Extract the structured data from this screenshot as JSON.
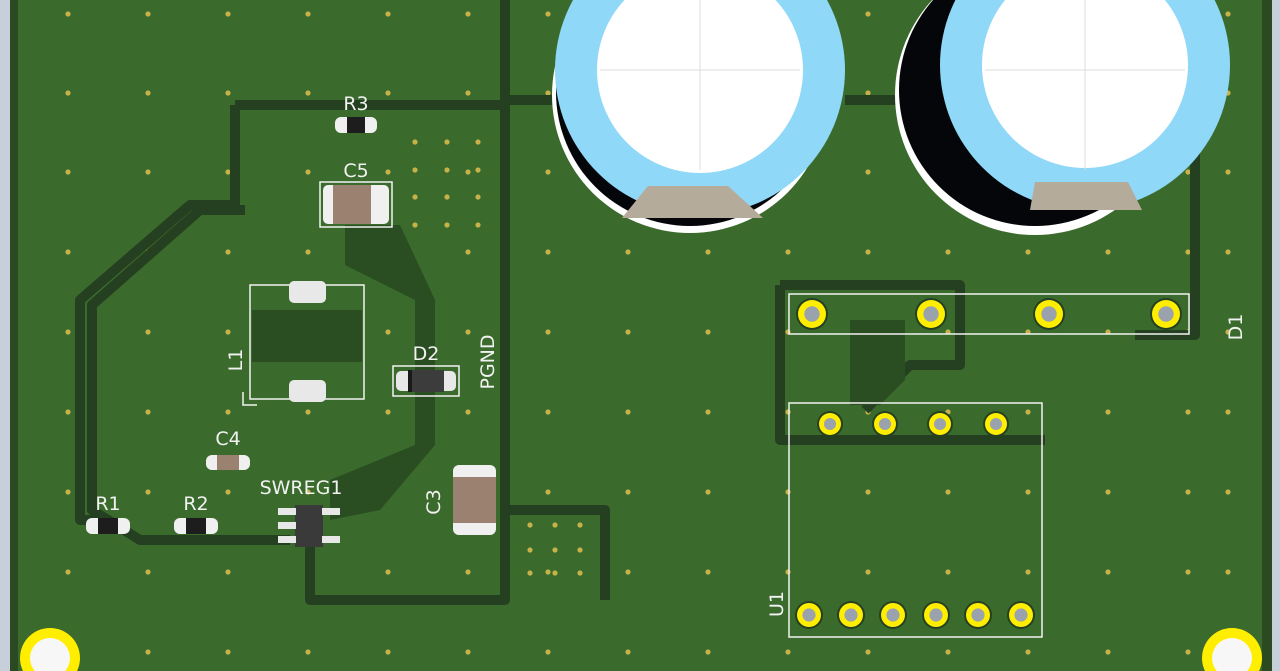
{
  "board": {
    "labels": {
      "r3": "R3",
      "c5": "C5",
      "l1": "L1",
      "d2": "D2",
      "pgnd": "PGND",
      "c4": "C4",
      "swreg1": "SWREG1",
      "r1": "R1",
      "r2": "R2",
      "c3": "C3",
      "d1": "D1",
      "u1": "U1"
    },
    "colors": {
      "board_bg": "#2c4a22",
      "copper": "#3a6a2c",
      "trace": "#254020",
      "pad_smd": "#e8e8e8",
      "pad_th": "#ffee00",
      "silk": "#f2f2f2",
      "cap_sleeve": "#8fd8f8",
      "cap_top": "#ffffff",
      "cap_stripe": "#b5ab9a"
    }
  }
}
